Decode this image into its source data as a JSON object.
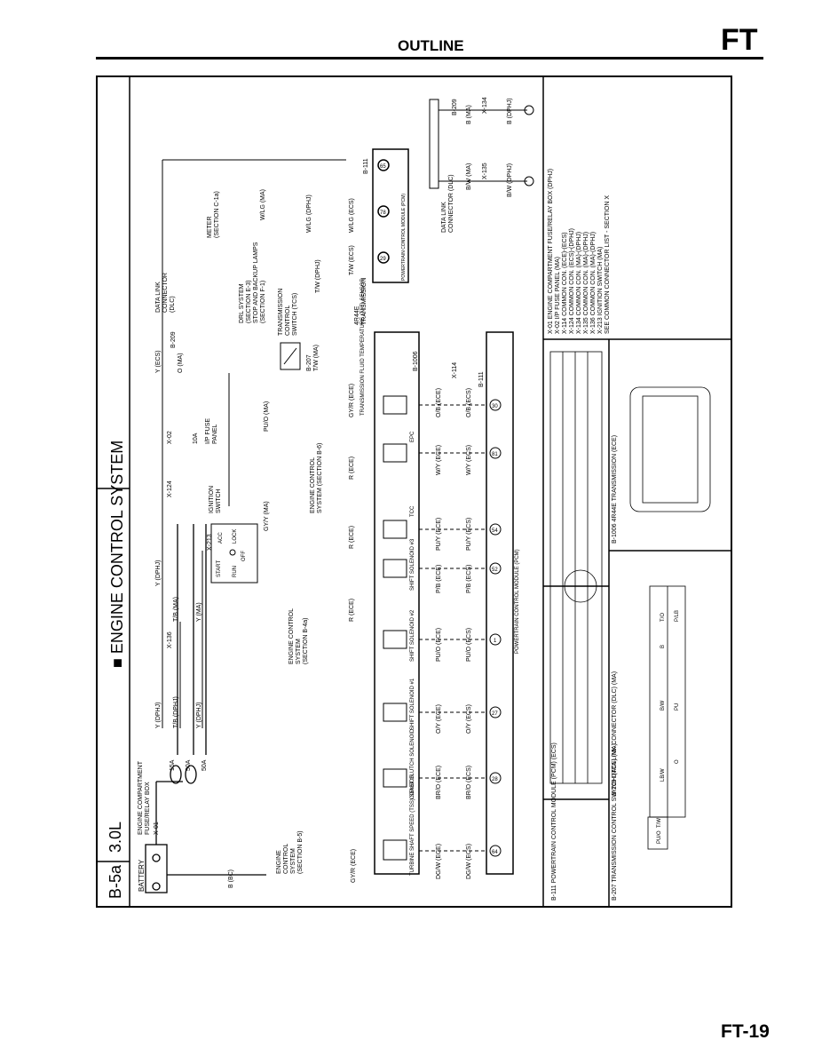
{
  "header": {
    "title": "OUTLINE",
    "section": "FT"
  },
  "footer": {
    "page": "FT-19"
  },
  "diagram": {
    "code": "B-5a",
    "engine": "3.0L",
    "system_title": "■ ENGINE CONTROL SYSTEM",
    "battery": "BATTERY",
    "fuse_box": [
      "ENGINE COMPARTMENT",
      "FUSE/RELAY BOX"
    ],
    "x01": "X-01",
    "fuse_15a": "15A",
    "fuse_50a": "50A",
    "fuse_50a_2": "50A",
    "x136": "X-136",
    "x124": "X-124",
    "x02": "X-02",
    "x213": "X-213",
    "fuse_10a": "10A",
    "ip_fuse_panel": [
      "I/P FUSE",
      "PANEL"
    ],
    "ignition_switch": [
      "IGNITION",
      "SWITCH"
    ],
    "ign_positions": [
      "START",
      "RUN",
      "OFF",
      "LOCK",
      "ACC"
    ],
    "wire_y_dphj": "Y (DPHJ)",
    "wire_tb_dphj": "T/B (DPHJ)",
    "wire_y_dphj_2": "Y (DPHJ)",
    "wire_y_ma": "Y (MA)",
    "wire_tb_ma": "T/B (MA)",
    "wire_y_ecs": "Y (ECS)",
    "wire_o_ma": "O (MA)",
    "wire_puo_ma": "PU/O (MA)",
    "wire_gyy_ma": "GY/Y (MA)",
    "b209": "B-209",
    "dlc_label": [
      "DATA LINK",
      "CONNECTOR",
      "(DLC)"
    ],
    "meter": [
      "METER",
      "(SECTION C-1a)"
    ],
    "drl": [
      "DRL SYSTEM",
      "(SECTION E-3)",
      "STOP AND BACKUP LAMPS",
      "(SECTION F-1)"
    ],
    "wlg_ma": "W/LG (MA)",
    "tcs": [
      "TRANSMISSION",
      "CONTROL",
      "SWITCH (TCS)"
    ],
    "b207": "B-207",
    "tw_ma": "T/W (MA)",
    "tw_dphj": "T/W (DPHJ)",
    "wlg_dphj": "W/LG (DPHJ)",
    "ecs_right": [
      "T/W (ECS)",
      "W/LG (ECS)"
    ],
    "engine_ctrl_b5": [
      "ENGINE",
      "CONTROL",
      "SYSTEM",
      "(SECTION B-5)"
    ],
    "engine_ctrl_b4a": [
      "ENGINE CONTROL",
      "SYSTEM",
      "(SECTION B-4a)"
    ],
    "engine_ctrl_b6": [
      "ENGINE CONTROL",
      "SYSTEM (SECTION B-6)"
    ],
    "b_bc": "B (BC)",
    "gyr_ece": "GY/R (ECE)",
    "gyr_ece_2": "GY/R (ECE)",
    "r_ece": [
      "R (ECE)",
      "R (ECE)",
      "R (ECE)"
    ],
    "trans_title": [
      "4R44E",
      "TRANSMISSION"
    ],
    "b1006": "B-1006",
    "components": [
      "TURBINE SHAFT SPEED (TSS) SENSOR",
      "COAST CLUTCH SOLENOID",
      "SHIFT SOLENOID #1",
      "SHIFT SOLENOID #2",
      "SHIFT SOLENOID #3",
      "TCC",
      "EPC",
      "TRANSMISSION FLUID TEMPERATURE (TFT) SENSOR"
    ],
    "ece_wires": [
      "DG/W (ECE)",
      "BR/O (ECE)",
      "O/Y (ECE)",
      "PU/O (ECE)",
      "P/B (ECE)",
      "PU/Y (ECE)",
      "W/Y (ECE)",
      "O/B (ECE)"
    ],
    "ecs_wires": [
      "DG/W (ECS)",
      "BR/O (ECS)",
      "O/Y (ECS)",
      "PU/O (ECS)",
      "P/B (ECS)",
      "PU/Y (ECS)",
      "W/Y (ECS)",
      "O/B (ECS)"
    ],
    "pcm": "POWERTRAIN CONTROL MODULE (PCM)",
    "pcm_pins": [
      "64",
      "28",
      "27",
      "1",
      "52",
      "54",
      "81",
      "30"
    ],
    "top_pcm_pins": [
      "29",
      "78",
      "65"
    ],
    "x114": "X-114",
    "b111": "B-111",
    "b111_2": "B-111",
    "bw_ma": "B/W (MA)",
    "bw_dphj": "B/W (DPHJ)",
    "b_ma": "B (MA)",
    "b_dphj": "B (DPHJ)",
    "x135": "X-135",
    "x134": "X-134",
    "dlc_box_label": [
      "DATA LINK",
      "CONNECTOR (DLC)"
    ],
    "legend_connectors": [
      "B-111  POWERTRAIN CONTROL MODULE (PCM) (ECS)",
      "B-207  TRANSMISSION CONTROL SWITCH (TCS) (MA)",
      "B-209  DATA LINK CONNECTOR (DLC) (MA)",
      "B-1006  4R44E TRANSMISSION (ECE)"
    ],
    "legend_list": [
      "X-01   ENGINE COMPARTMENT FUSE/RELAY BOX (DPHJ)",
      "X-02   I/P FUSE PANEL (MA)",
      "X-114  COMMON CON. (ECE)-(ECS)",
      "X-124  COMMON CON. (ECS)-(DPHJ)",
      "X-134  COMMON CON. (MA)-(DPHJ)",
      "X-135  COMMON CON. (MA)-(DPHJ)",
      "X-136  COMMON CON. (MA)-(DPHJ)",
      "X-213  IGNITION SWITCH (MA)",
      "SEE COMMON CONNECTOR LIST - SECTION X"
    ],
    "tcs_pins": [
      "PU/O",
      "T/W"
    ],
    "dlc_pins": [
      "LB/W",
      "O",
      "B/W",
      "PU",
      "B",
      "T/O",
      "P/LB"
    ]
  }
}
